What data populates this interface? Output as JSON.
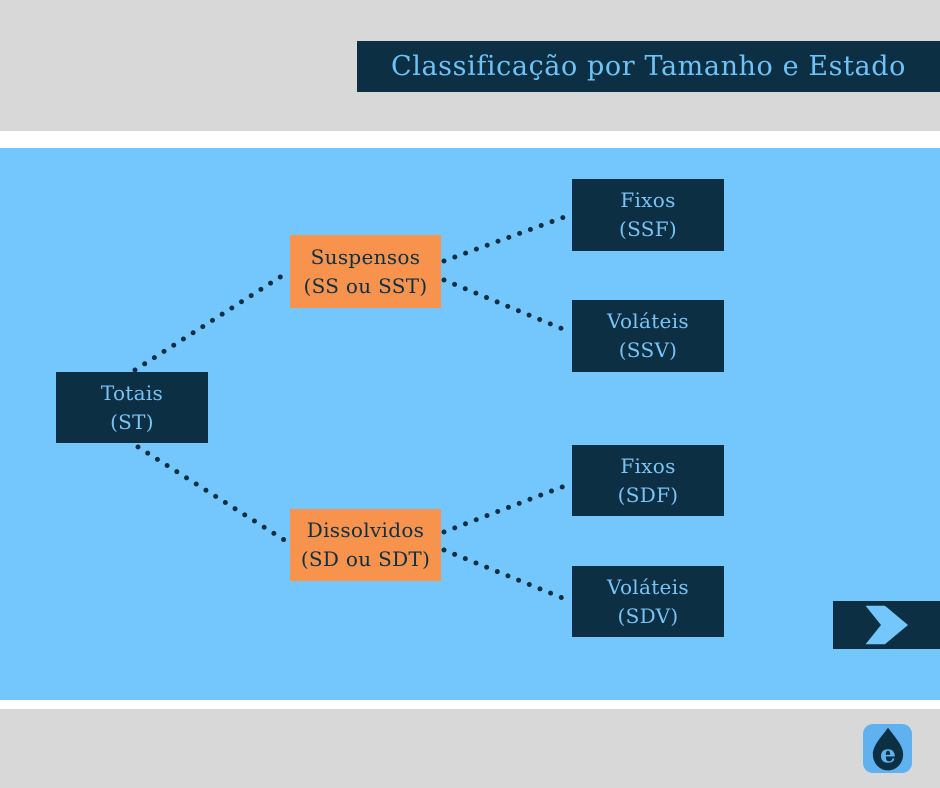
{
  "header": {
    "title": "Classificação por Tamanho e Estado"
  },
  "nodes": [
    {
      "id": "totais",
      "line1": "Totais",
      "line2": "(ST)",
      "variant": "navy"
    },
    {
      "id": "suspensos",
      "line1": "Suspensos",
      "line2": "(SS ou SST)",
      "variant": "orange"
    },
    {
      "id": "fixos-ssf",
      "line1": "Fixos",
      "line2": "(SSF)",
      "variant": "navy"
    },
    {
      "id": "volateis-ssv",
      "line1": "Voláteis",
      "line2": "(SSV)",
      "variant": "navy"
    },
    {
      "id": "dissolvidos",
      "line1": "Dissolvidos",
      "line2": "(SD ou SDT)",
      "variant": "orange"
    },
    {
      "id": "fixos-sdf",
      "line1": "Fixos",
      "line2": "(SDF)",
      "variant": "navy"
    },
    {
      "id": "volateis-sdv",
      "line1": "Voláteis",
      "line2": "(SDV)",
      "variant": "navy"
    }
  ],
  "connections": [
    {
      "from": "totais",
      "to": "suspensos"
    },
    {
      "from": "totais",
      "to": "dissolvidos"
    },
    {
      "from": "suspensos",
      "to": "fixos-ssf"
    },
    {
      "from": "suspensos",
      "to": "volateis-ssv"
    },
    {
      "from": "dissolvidos",
      "to": "fixos-sdf"
    },
    {
      "from": "dissolvidos",
      "to": "volateis-sdv"
    }
  ],
  "icons": {
    "next_arrow": "chevron-right-icon",
    "logo": "water-drop-logo",
    "logo_letter": "e"
  },
  "colors": {
    "navy": "#0d2f44",
    "orange": "#f7934d",
    "sky": "#74c7fd",
    "gray": "#d8d8d8",
    "white": "#ffffff",
    "title-text": "#6ec2f8",
    "node-text": "#79c4f5",
    "logo-blue": "#5fb2ef"
  }
}
